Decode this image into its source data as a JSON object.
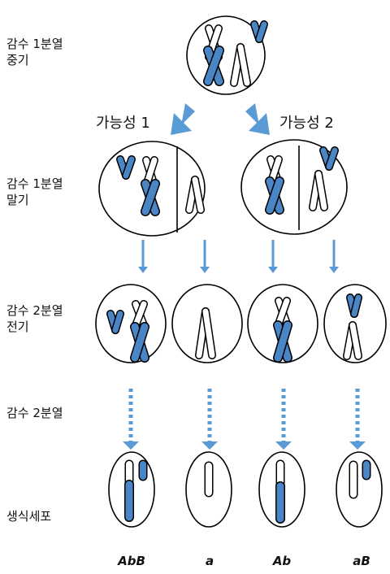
{
  "stages": {
    "metaphase1": "감수 1분열\n중기",
    "telophase1": "감수 1분열\n말기",
    "prophase2": "감수 2분열\n전기",
    "division2": "감수 2분열",
    "gamete": "생식세포"
  },
  "possibilities": {
    "p1": "가능성 1",
    "p2": "가능성 2"
  },
  "gametes": [
    "AbB",
    "a",
    "Ab",
    "aB"
  ],
  "colors": {
    "blue": "#4a86c6",
    "white": "#ffffff",
    "stroke": "#000000",
    "arrow": "#5b9bd5"
  }
}
